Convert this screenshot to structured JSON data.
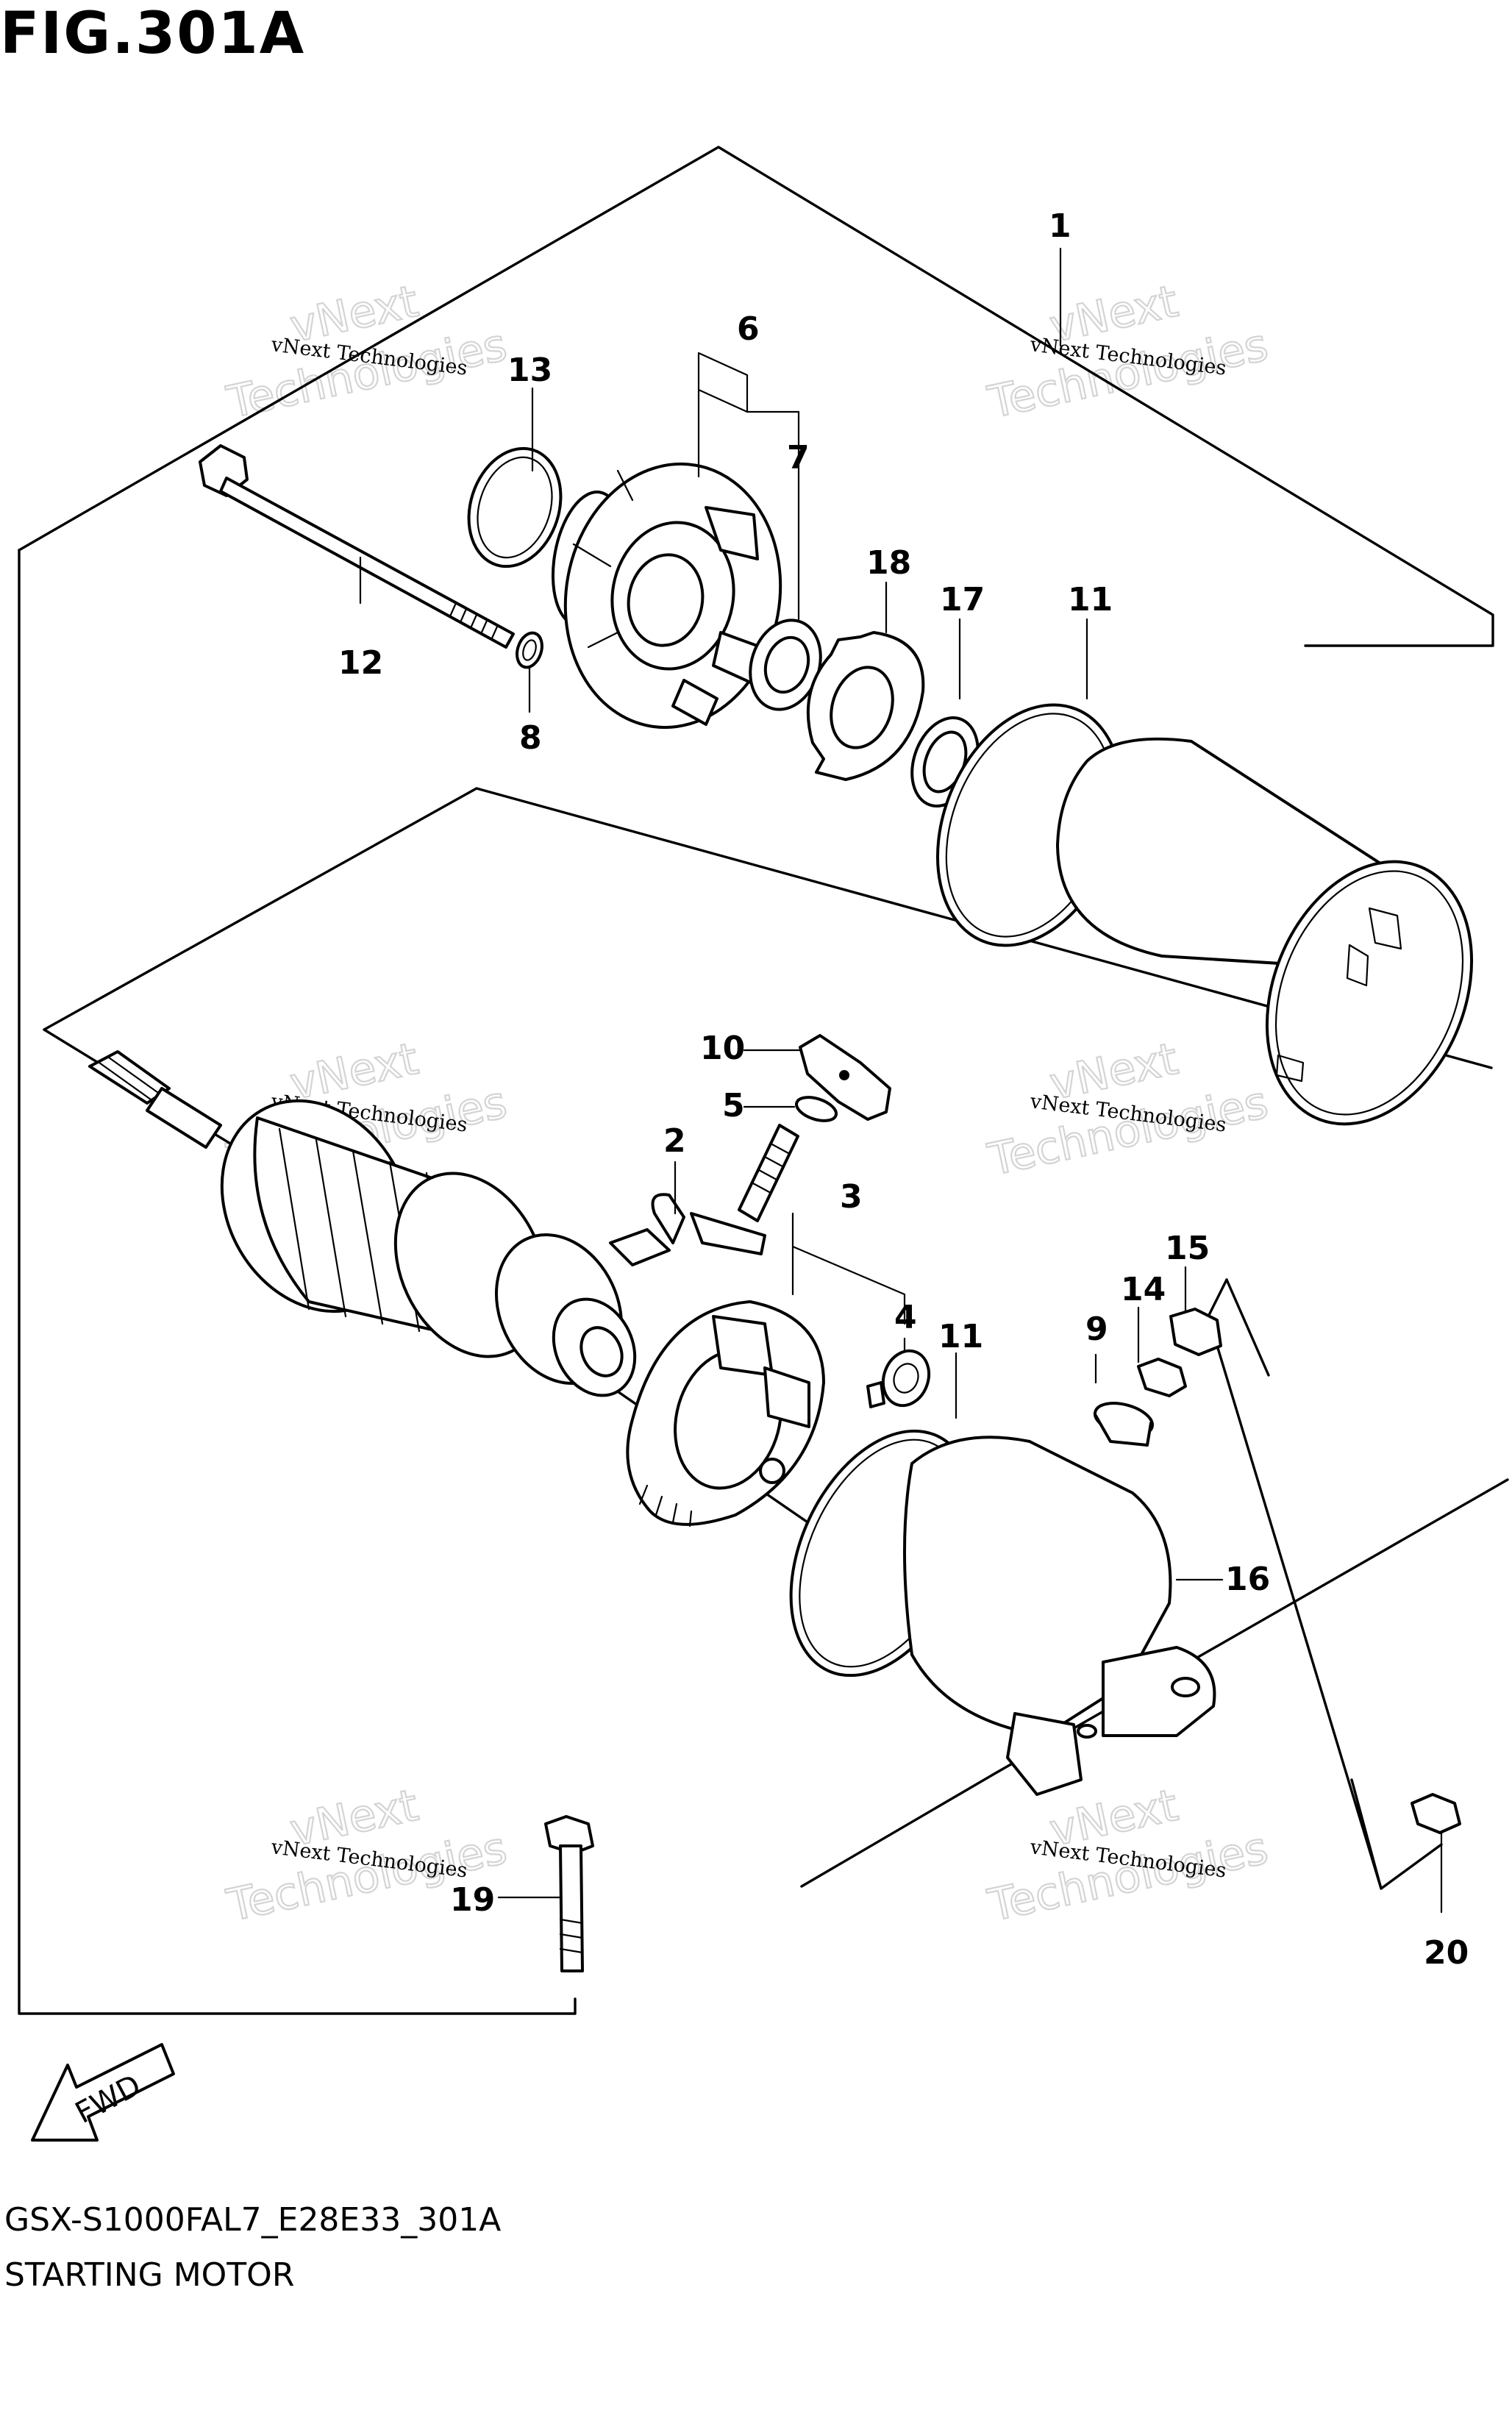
{
  "figure": {
    "title": "FIG.301A",
    "drawing_code": "GSX-S1000FAL7_E28E33_301A",
    "caption": "STARTING MOTOR"
  },
  "direction_arrow": {
    "label": "FWD"
  },
  "watermark": {
    "text_small": "vNext Technologies",
    "text_large_1": "vNext",
    "text_large_2": "Technologies"
  },
  "callouts": {
    "c1": "1",
    "c2": "2",
    "c3": "3",
    "c4": "4",
    "c5": "5",
    "c6": "6",
    "c7": "7",
    "c8": "8",
    "c9": "9",
    "c10": "10",
    "c11a": "11",
    "c11b": "11",
    "c12": "12",
    "c13": "13",
    "c14": "14",
    "c15": "15",
    "c16": "16",
    "c17": "17",
    "c18": "18",
    "c19": "19",
    "c20": "20"
  }
}
